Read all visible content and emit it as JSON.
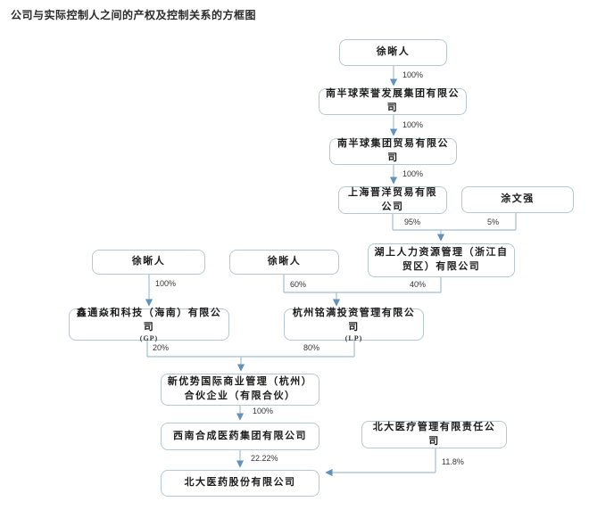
{
  "title": "公司与实际控制人之间的产权及控制关系的方框图",
  "diagram_type": "equity-and-control-structure-flowchart",
  "colors": {
    "background": "#ffffff",
    "box_border": "#b6c8d3",
    "connector_line": "#a4bed1",
    "arrowhead": "#6292ba",
    "box_text": "#1c1c1c",
    "label_text": "#333333"
  },
  "nodes": [
    {
      "id": "xu-top",
      "label": "徐晰人"
    },
    {
      "id": "nanbanqiu-rongyu",
      "label": "南半球荣誉发展集团有限公司"
    },
    {
      "id": "nanbanqiu-maoyi",
      "label": "南半球集团贸易有限公司"
    },
    {
      "id": "shanghai-jinyang",
      "label": "上海晋洋贸易有限公司"
    },
    {
      "id": "tu-wenqiang",
      "label": "涂文强"
    },
    {
      "id": "hushang-renli",
      "label": "湖上人力资源管理（浙江自贸区）有限公司"
    },
    {
      "id": "xu-left",
      "label": "徐晰人"
    },
    {
      "id": "xu-mid",
      "label": "徐晰人"
    },
    {
      "id": "xintong-yanhe",
      "label": "鑫通焱和科技（海南）有限公司",
      "sub": "(GP)"
    },
    {
      "id": "hangzhou-mingman",
      "label": "杭州铭满投资管理有限公司",
      "sub": "(LP)"
    },
    {
      "id": "xinyoushi",
      "label": "新优势国际商业管理（杭州）合伙企业（有限合伙）"
    },
    {
      "id": "xinan-hecheng",
      "label": "西南合成医药集团有限公司"
    },
    {
      "id": "beida-yiliao",
      "label": "北大医疗管理有限责任公司"
    },
    {
      "id": "beida-yiyao",
      "label": "北大医药股份有限公司"
    }
  ],
  "edges": [
    {
      "from": "徐晰人",
      "to": "南半球荣誉发展集团有限公司",
      "label": "100%"
    },
    {
      "from": "南半球荣誉发展集团有限公司",
      "to": "南半球集团贸易有限公司",
      "label": "100%"
    },
    {
      "from": "南半球集团贸易有限公司",
      "to": "上海晋洋贸易有限公司",
      "label": "100%"
    },
    {
      "from": "上海晋洋贸易有限公司",
      "to": "湖上人力资源管理（浙江自贸区）有限公司",
      "label": "95%"
    },
    {
      "from": "涂文强",
      "to": "湖上人力资源管理（浙江自贸区）有限公司",
      "label": "5%"
    },
    {
      "from": "湖上人力资源管理（浙江自贸区）有限公司",
      "to": "杭州铭满投资管理有限公司",
      "label": "40%"
    },
    {
      "from": "徐晰人",
      "to": "鑫通焱和科技（海南）有限公司",
      "label": "100%"
    },
    {
      "from": "徐晰人",
      "to": "杭州铭满投资管理有限公司",
      "label": "60%"
    },
    {
      "from": "鑫通焱和科技（海南）有限公司",
      "to": "新优势国际商业管理（杭州）合伙企业（有限合伙）",
      "label": "20%"
    },
    {
      "from": "杭州铭满投资管理有限公司",
      "to": "新优势国际商业管理（杭州）合伙企业（有限合伙）",
      "label": "80%"
    },
    {
      "from": "新优势国际商业管理（杭州）合伙企业（有限合伙）",
      "to": "西南合成医药集团有限公司",
      "label": "100%"
    },
    {
      "from": "西南合成医药集团有限公司",
      "to": "北大医药股份有限公司",
      "label": "22.22%"
    },
    {
      "from": "北大医疗管理有限责任公司",
      "to": "北大医药股份有限公司",
      "label": "11.8%"
    }
  ]
}
